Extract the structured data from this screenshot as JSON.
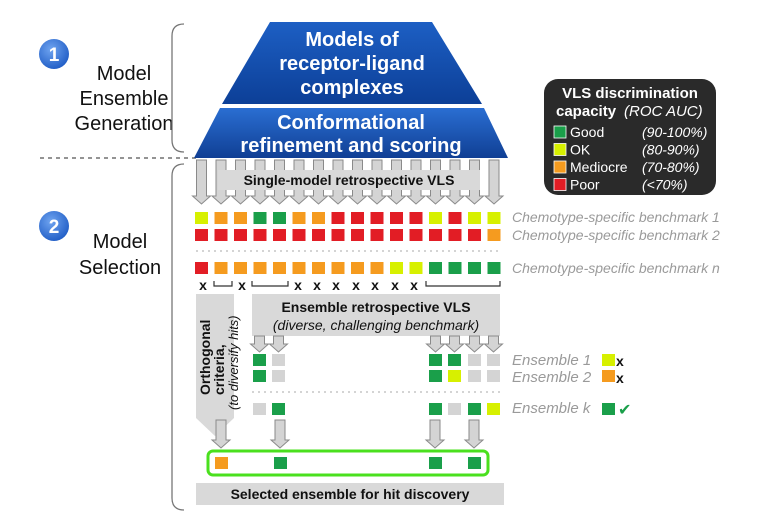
{
  "colors": {
    "good": "#1a9f4a",
    "ok": "#d7f000",
    "mediocre": "#f59b1f",
    "poor": "#e21d25",
    "missing": "#d4d4d4",
    "blue": "#1e5bb5",
    "highlight": "#4ae01e"
  },
  "steps": [
    {
      "number": "1",
      "label_lines": [
        "Model",
        "Ensemble",
        "Generation"
      ]
    },
    {
      "number": "2",
      "label_lines": [
        "Model",
        "Selection"
      ]
    }
  ],
  "pyramid": {
    "top_lines": [
      "Models of",
      "receptor-ligand",
      "complexes"
    ],
    "bottom_lines": [
      "Conformational",
      "refinement and scoring"
    ]
  },
  "single_model_label": "Single-model retrospective VLS",
  "benchmarks": [
    {
      "label": "Chemotype-specific benchmark 1",
      "cells": [
        "ok",
        "mediocre",
        "mediocre",
        "good",
        "good",
        "mediocre",
        "mediocre",
        "poor",
        "poor",
        "poor",
        "poor",
        "poor",
        "ok",
        "poor",
        "ok",
        "ok"
      ]
    },
    {
      "label": "Chemotype-specific benchmark 2",
      "cells": [
        "poor",
        "poor",
        "poor",
        "poor",
        "poor",
        "poor",
        "poor",
        "poor",
        "poor",
        "poor",
        "poor",
        "poor",
        "poor",
        "poor",
        "poor",
        "mediocre"
      ]
    },
    {
      "label": "Chemotype-specific benchmark n",
      "cells": [
        "poor",
        "mediocre",
        "mediocre",
        "mediocre",
        "mediocre",
        "mediocre",
        "mediocre",
        "mediocre",
        "mediocre",
        "mediocre",
        "ok",
        "ok",
        "good",
        "good",
        "good",
        "good"
      ]
    }
  ],
  "x_mark": "x",
  "ensemble_vls": {
    "line1": "Ensemble retrospective VLS",
    "line2": "(diverse, challenging benchmark)"
  },
  "orthogonal": {
    "line1": "Orthogonal",
    "line2": "criteria,",
    "line3": "(to diversify hits)"
  },
  "ensembles": [
    {
      "label": "Ensemble 1",
      "cells": [
        "good",
        "missing",
        "good",
        "good",
        "missing",
        "missing"
      ],
      "result_cells": [
        "ok"
      ],
      "result": "x"
    },
    {
      "label": "Ensemble 2",
      "cells": [
        "good",
        "missing",
        "good",
        "ok",
        "missing",
        "missing"
      ],
      "result_cells": [
        "mediocre"
      ],
      "result": "x"
    },
    {
      "label": "Ensemble k",
      "cells": [
        "missing",
        "good",
        "good",
        "missing",
        "good",
        "ok"
      ],
      "result_cells": [
        "good"
      ],
      "result": "✔"
    }
  ],
  "selected": {
    "cells": [
      "mediocre",
      "good",
      "good",
      "good"
    ],
    "label": "Selected ensemble for hit discovery"
  },
  "legend": {
    "title1": "VLS discrimination",
    "title2": "capacity",
    "title_paren": "(ROC AUC)",
    "items": [
      {
        "key": "good",
        "label": "Good",
        "range": "(90-100%)"
      },
      {
        "key": "ok",
        "label": "OK",
        "range": "(80-90%)"
      },
      {
        "key": "mediocre",
        "label": "Mediocre",
        "range": "(70-80%)"
      },
      {
        "key": "poor",
        "label": "Poor",
        "range": "(<70%)"
      }
    ]
  }
}
